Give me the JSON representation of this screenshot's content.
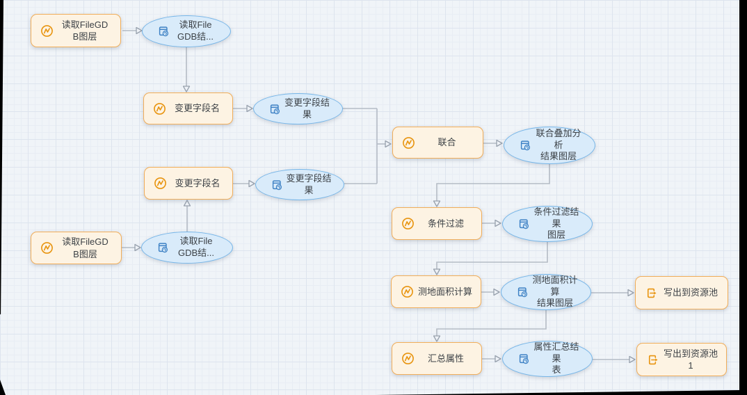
{
  "workflow": {
    "nodes": {
      "read_filegdb_1": {
        "label": "读取FileGD\nB图层",
        "type": "process",
        "icon": "pulse-icon"
      },
      "read_result_1": {
        "label": "读取File\nGDB结...",
        "type": "data",
        "icon": "dataset-result-icon"
      },
      "rename_fields_1": {
        "label": "变更字段名",
        "type": "process",
        "icon": "pulse-icon"
      },
      "rename_result_1": {
        "label": "变更字段结果",
        "type": "data",
        "icon": "dataset-result-icon"
      },
      "rename_fields_2": {
        "label": "变更字段名",
        "type": "process",
        "icon": "pulse-icon"
      },
      "rename_result_2": {
        "label": "变更字段结果",
        "type": "data",
        "icon": "dataset-result-icon"
      },
      "read_filegdb_2": {
        "label": "读取FileGD\nB图层",
        "type": "process",
        "icon": "pulse-icon"
      },
      "read_result_2": {
        "label": "读取File\nGDB结...",
        "type": "data",
        "icon": "dataset-result-icon"
      },
      "union": {
        "label": "联合",
        "type": "process",
        "icon": "pulse-icon"
      },
      "union_result": {
        "label": "联合叠加分析\n结果图层",
        "type": "data",
        "icon": "dataset-result-icon"
      },
      "filter": {
        "label": "条件过滤",
        "type": "process",
        "icon": "pulse-icon"
      },
      "filter_result": {
        "label": "条件过滤结果\n图层",
        "type": "data",
        "icon": "dataset-result-icon"
      },
      "area": {
        "label": "测地面积计算",
        "type": "process",
        "icon": "pulse-icon"
      },
      "area_result": {
        "label": "测地面积计算\n结果图层",
        "type": "data",
        "icon": "dataset-result-icon"
      },
      "summarize": {
        "label": "汇总属性",
        "type": "process",
        "icon": "pulse-icon"
      },
      "summary_result": {
        "label": "属性汇总结果\n表",
        "type": "data",
        "icon": "dataset-result-icon"
      },
      "write_pool_1": {
        "label": "写出到资源池",
        "type": "process",
        "icon": "export-icon"
      },
      "write_pool_2": {
        "label": "写出到资源池 1",
        "type": "process",
        "icon": "export-icon"
      }
    },
    "edges": [
      {
        "from": "read_filegdb_1",
        "to": "read_result_1"
      },
      {
        "from": "read_result_1",
        "to": "rename_fields_1"
      },
      {
        "from": "rename_fields_1",
        "to": "rename_result_1"
      },
      {
        "from": "rename_result_1",
        "to": "union"
      },
      {
        "from": "rename_fields_2",
        "to": "rename_result_2"
      },
      {
        "from": "rename_result_2",
        "to": "union"
      },
      {
        "from": "read_result_2",
        "to": "rename_fields_2"
      },
      {
        "from": "read_filegdb_2",
        "to": "read_result_2"
      },
      {
        "from": "union",
        "to": "union_result"
      },
      {
        "from": "union_result",
        "to": "filter"
      },
      {
        "from": "filter",
        "to": "filter_result"
      },
      {
        "from": "filter_result",
        "to": "area"
      },
      {
        "from": "area",
        "to": "area_result"
      },
      {
        "from": "area_result",
        "to": "write_pool_1"
      },
      {
        "from": "area_result",
        "to": "summarize"
      },
      {
        "from": "summarize",
        "to": "summary_result"
      },
      {
        "from": "summary_result",
        "to": "write_pool_2"
      }
    ],
    "colors": {
      "process_fill": "#fdf3e3",
      "process_border": "#f0ad59",
      "process_icon": "#e8940f",
      "data_fill": "#d9ebfa",
      "data_border": "#75b5e8",
      "data_icon": "#3c80c4",
      "connector": "#b4bbc5",
      "text": "#3c4146",
      "canvas_background": "#f0f4f8"
    }
  }
}
